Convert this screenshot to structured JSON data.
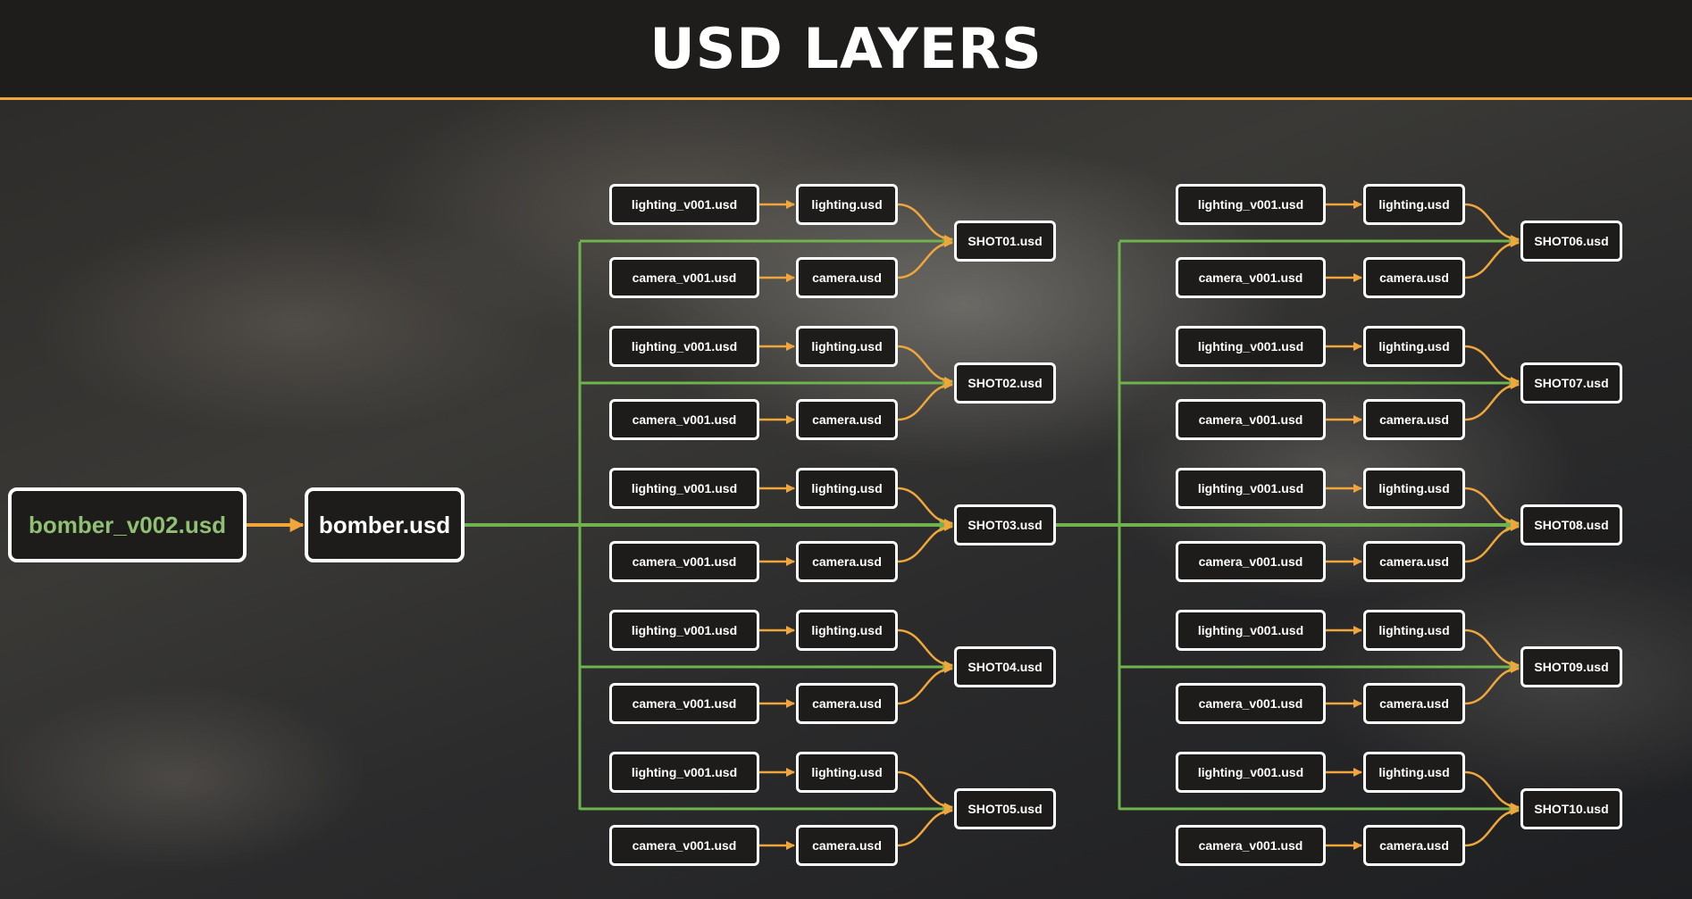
{
  "header": {
    "title": "USD LAYERS"
  },
  "colors": {
    "orange": "#f0a63a",
    "green": "#6fb24e",
    "node_bg": "#1d1c1a",
    "node_border": "#ffffff",
    "header_accent": "#f0a63a"
  },
  "root": {
    "source": "bomber_v002.usd",
    "asset": "bomber.usd"
  },
  "layer_labels": {
    "lighting_version": "lighting_v001.usd",
    "lighting": "lighting.usd",
    "camera_version": "camera_v001.usd",
    "camera": "camera.usd"
  },
  "shots": [
    "SHOT01.usd",
    "SHOT02.usd",
    "SHOT03.usd",
    "SHOT04.usd",
    "SHOT05.usd",
    "SHOT06.usd",
    "SHOT07.usd",
    "SHOT08.usd",
    "SHOT09.usd",
    "SHOT10.usd"
  ]
}
